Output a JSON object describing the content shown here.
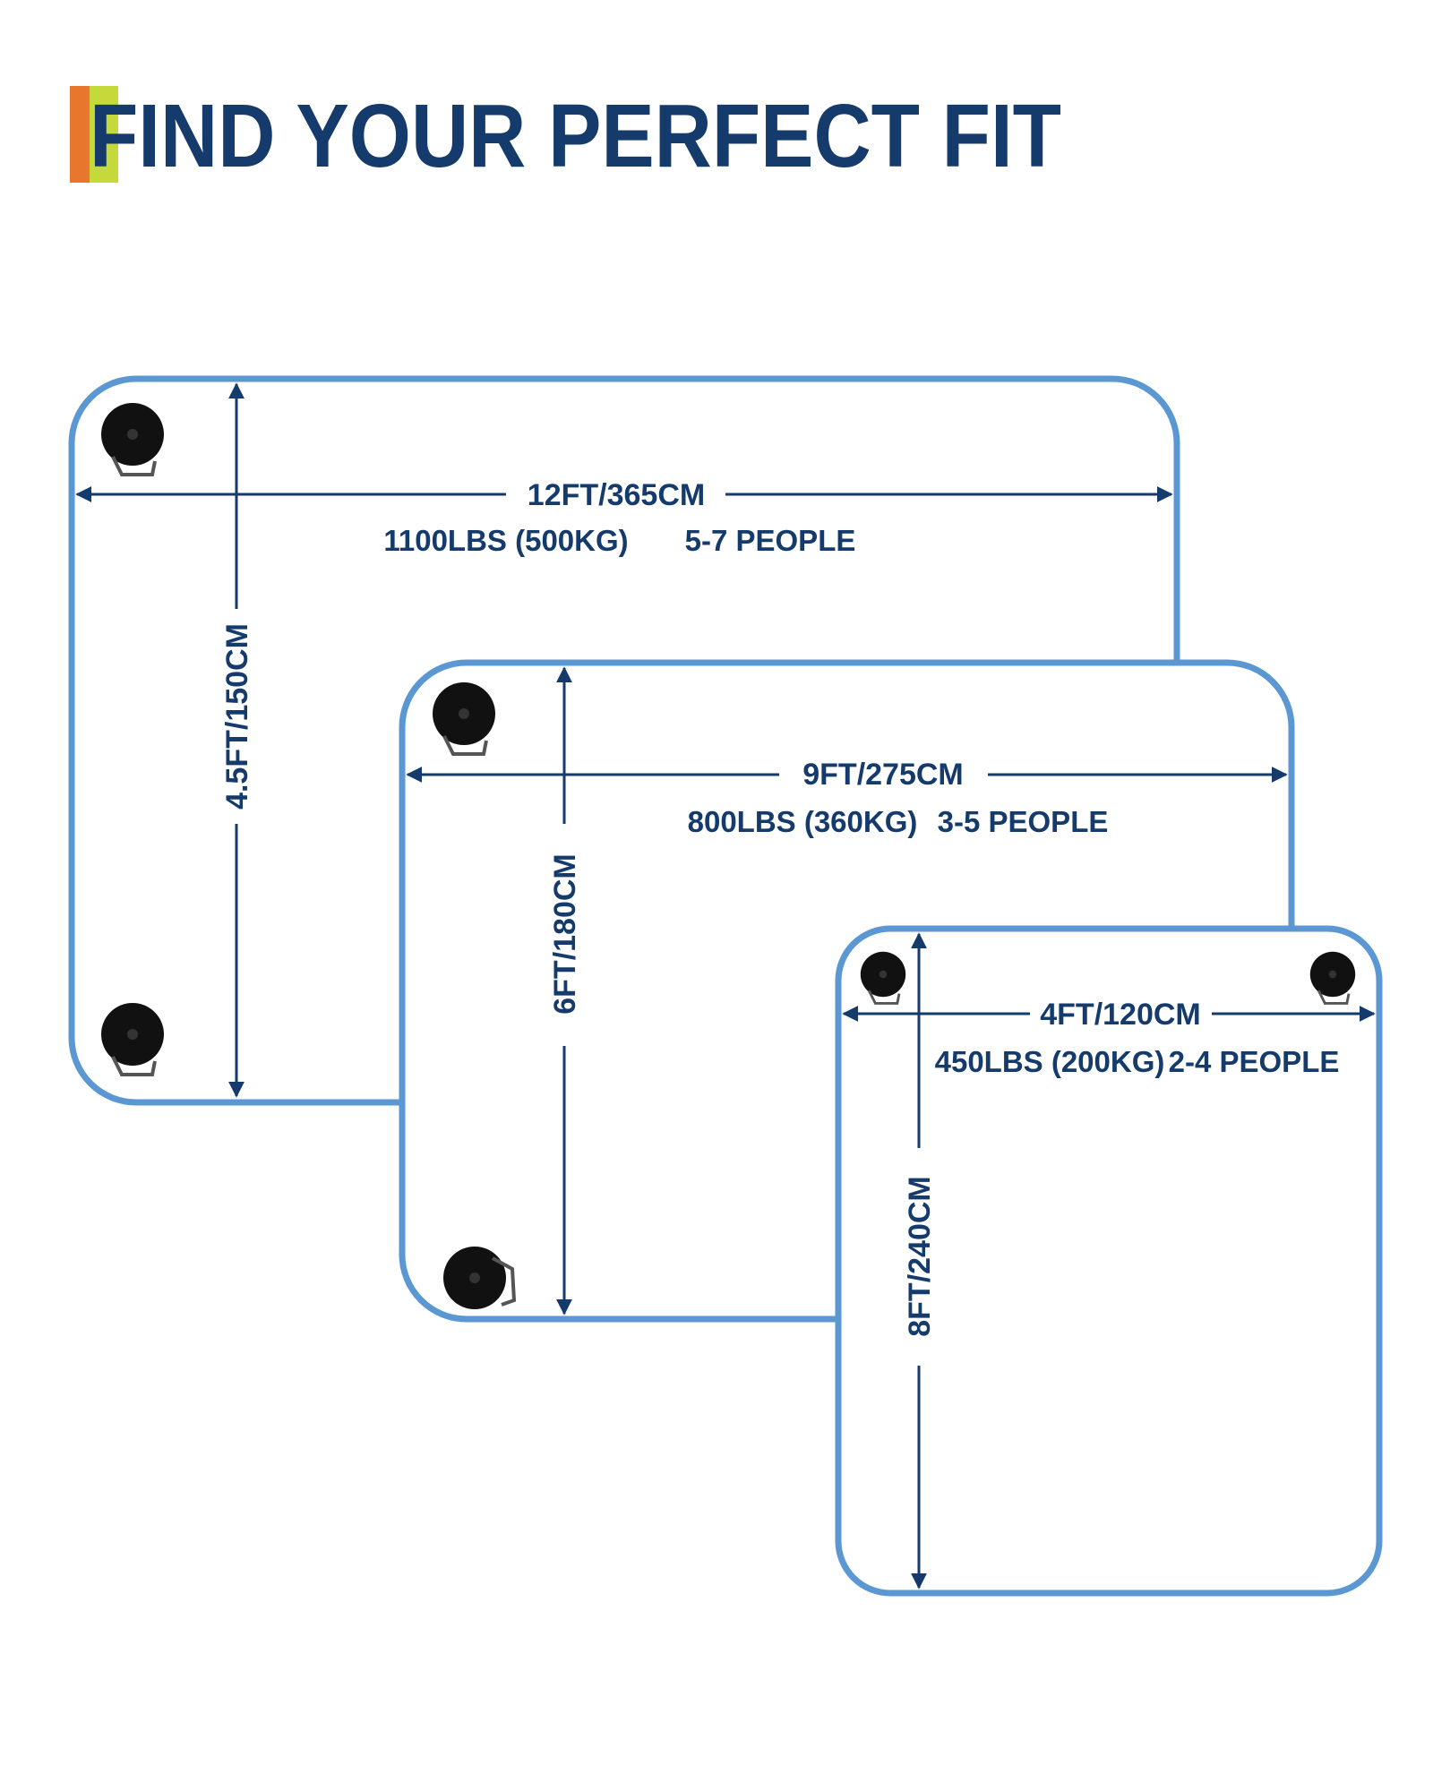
{
  "header": {
    "title": "FIND YOUR PERFECT FIT",
    "accent_colors": [
      "#e8762c",
      "#c5d93a"
    ]
  },
  "colors": {
    "outline": "#5b97d2",
    "text": "#143b6b",
    "anchor": "#111111"
  },
  "mats": [
    {
      "id": "large",
      "length": "12FT/365CM",
      "width": "4.5FT/150CM",
      "capacity": "1100LBS (500KG)",
      "people": "5-7 PEOPLE"
    },
    {
      "id": "medium",
      "length": "9FT/275CM",
      "width": "6FT/180CM",
      "capacity": "800LBS (360KG)",
      "people": "3-5 PEOPLE"
    },
    {
      "id": "small",
      "length": "4FT/120CM",
      "width": "8FT/240CM",
      "capacity": "450LBS (200KG)",
      "people": "2-4 PEOPLE"
    }
  ]
}
